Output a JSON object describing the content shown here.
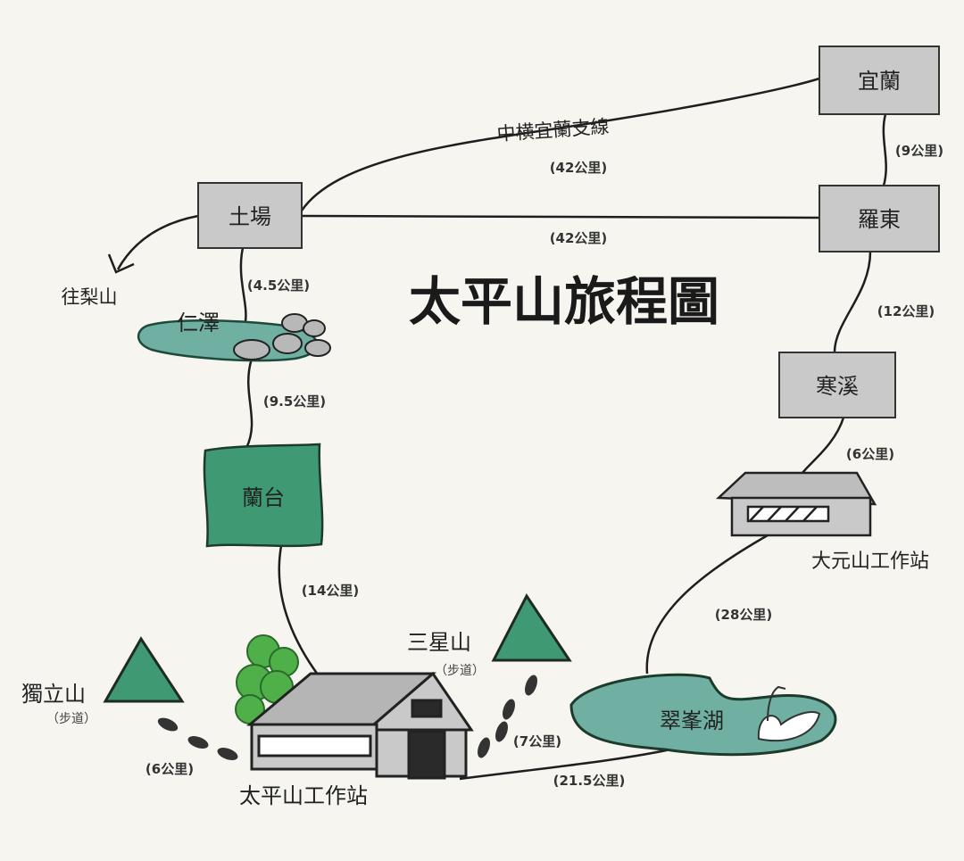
{
  "title": "太平山旅程圖",
  "colors": {
    "background": "#f6f5f0",
    "box": "#c9c9c9",
    "forest": "#3f9a74",
    "lake": "#6fb0a2",
    "tree": "#4fb04a"
  },
  "places": {
    "yilan": "宜蘭",
    "tuchang": "土場",
    "luodong": "羅東",
    "hanxi": "寒溪",
    "to_lishan": "往梨山",
    "renze": "仁澤",
    "lantai": "蘭台",
    "dayuanshan": "大元山工作站",
    "sanxingshan": "三星山",
    "sanxingshan_note": "（步道）",
    "dulishan": "獨立山",
    "dulishan_note": "（步道）",
    "cuifeng_lake": "翠峯湖",
    "taipingshan_station": "太平山工作站"
  },
  "routes": {
    "cross_island_branch": "中横宜蘭支線",
    "cross_island_branch_dist": "(42公里)",
    "tuchang_luodong": "(42公里)",
    "yilan_luodong": "(9公里)",
    "tuchang_renze": "(4.5公里)",
    "luodong_hanxi": "(12公里)",
    "renze_lantai": "(9.5公里)",
    "hanxi_dayuan": "(6公里)",
    "lantai_taiping": "(14公里)",
    "dayuan_cuifeng": "(28公里)",
    "sanxing_trail": "(7公里)",
    "duli_trail": "(6公里)",
    "taiping_cuifeng": "(21.5公里)"
  }
}
